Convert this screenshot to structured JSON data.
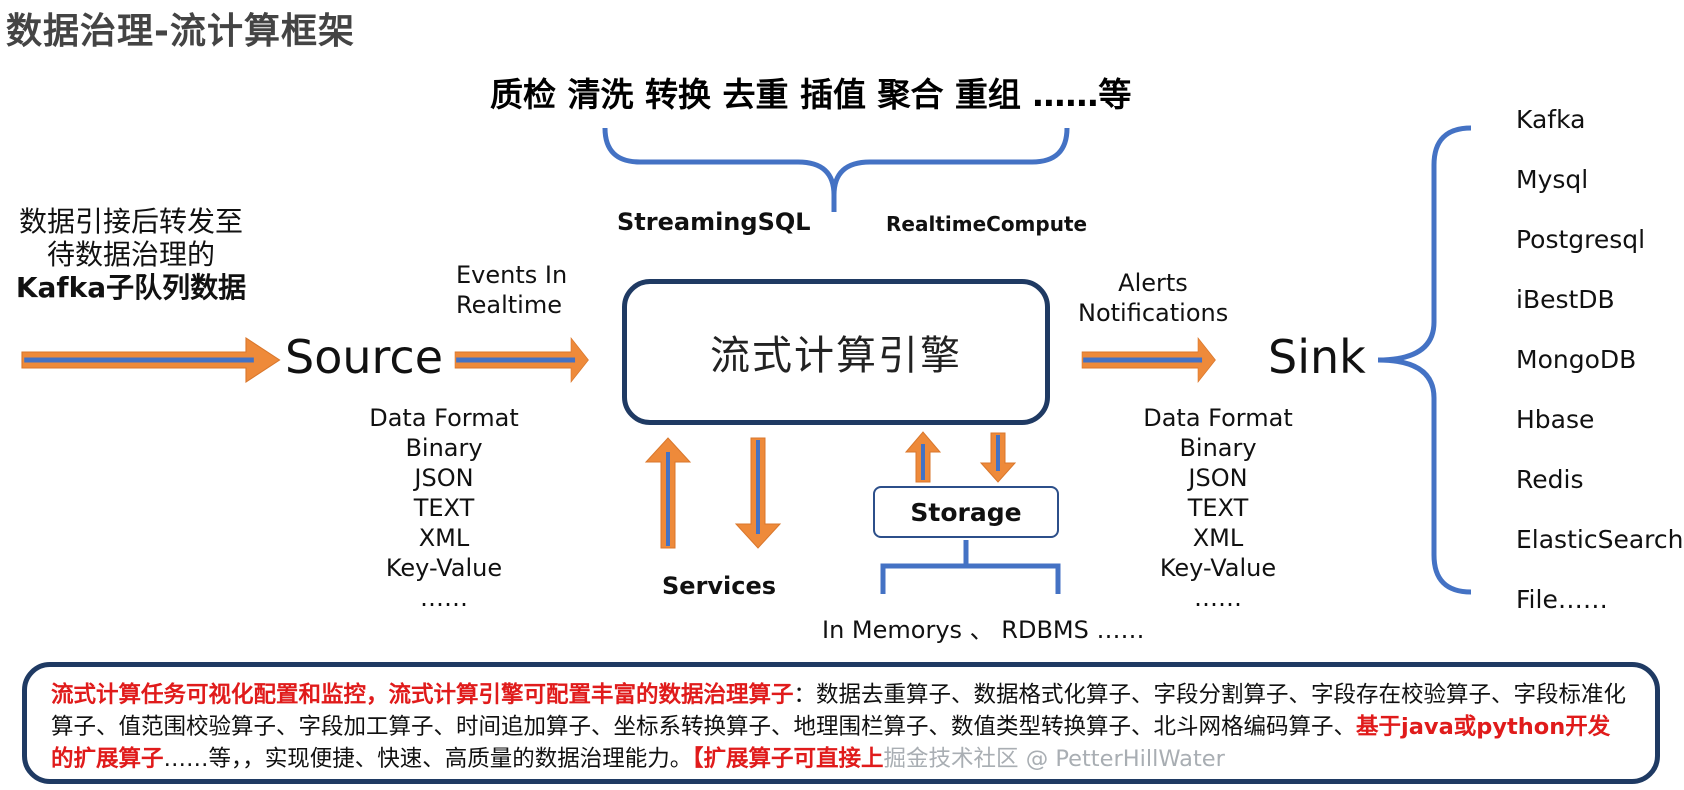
{
  "title": "数据治理-流计算框架",
  "operations": "质检 清洗 转换 去重 插值 聚合 重组 ……等",
  "streaming_sql": "StreamingSQL",
  "realtime_compute": "RealtimeCompute",
  "ingest": {
    "line1": "数据引接后转发至",
    "line2": "待数据治理的",
    "line3": "Kafka子队列数据"
  },
  "source": "Source",
  "events_in": {
    "line1": "Events In",
    "line2": "Realtime"
  },
  "engine": "流式计算引擎",
  "alerts": {
    "line1": "Alerts",
    "line2": "Notifications"
  },
  "sink": "Sink",
  "data_format_left": [
    "Data Format",
    "Binary",
    "JSON",
    "TEXT",
    "XML",
    "Key-Value",
    "……"
  ],
  "data_format_right": [
    "Data Format",
    "Binary",
    "JSON",
    "TEXT",
    "XML",
    "Key-Value",
    "……"
  ],
  "services": "Services",
  "storage": "Storage",
  "storage_types": "In Memorys 、 RDBMS ……",
  "sinks": [
    "Kafka",
    "Mysql",
    "Postgresql",
    "iBestDB",
    "MongoDB",
    "Hbase",
    "Redis",
    "ElasticSearch",
    "File……"
  ],
  "description": {
    "part1_red": "流式计算任务可视化配置和监控，流式计算引擎可配置丰富的数据治理算子",
    "part2": "：数据去重算子、数据格式化算子、字段分割算子、字段存在校验算子、字段标准化算子、值范围校验算子、字段加工算子、时间追加算子、坐标系转换算子、地理围栏算子、数值类型转换算子、北斗网格编码算子、",
    "part3_red": "基于java或python开发的扩展算子",
    "part4": "……等，，实现便捷、快速、高质量的数据治理能力。",
    "part5_red": "【扩展算子可直接上",
    "watermark": "掘金技术社区 @ PetterHillWater"
  },
  "colors": {
    "arrow_orange": "#ee8a3a",
    "arrow_blue": "#4472c4",
    "box_border": "#1f3a63",
    "red": "#e01b1b"
  }
}
